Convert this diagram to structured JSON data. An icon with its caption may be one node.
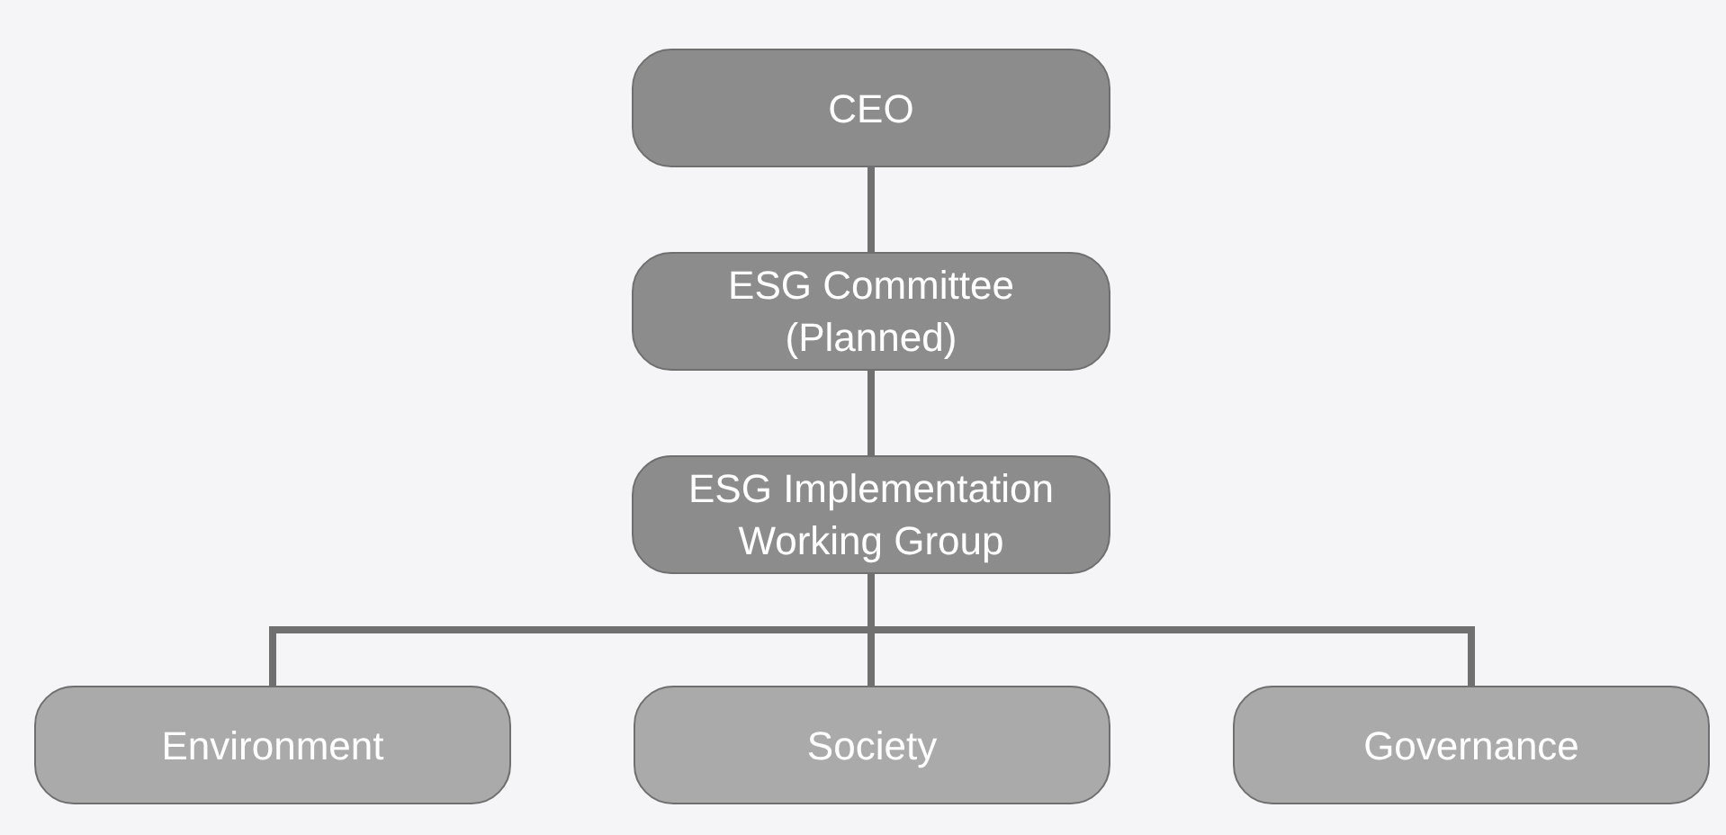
{
  "diagram": {
    "nodes": [
      {
        "text": [
          "CEO"
        ]
      },
      {
        "text": [
          "ESG Committee (Planned)"
        ]
      },
      {
        "text": [
          "ESG Implementation Working Group"
        ]
      },
      {
        "text": [
          "Environment"
        ]
      },
      {
        "text": [
          "Society"
        ]
      },
      {
        "text": [
          "Governance"
        ]
      }
    ],
    "edges": [
      {
        "from": 0,
        "to": 1,
        "arrow": "none"
      },
      {
        "from": 1,
        "to": 2,
        "arrow": "none"
      },
      {
        "from": 2,
        "to": 3,
        "arrow": "none"
      },
      {
        "from": 2,
        "to": 4,
        "arrow": "none"
      },
      {
        "from": 2,
        "to": 5,
        "arrow": "none"
      }
    ]
  }
}
